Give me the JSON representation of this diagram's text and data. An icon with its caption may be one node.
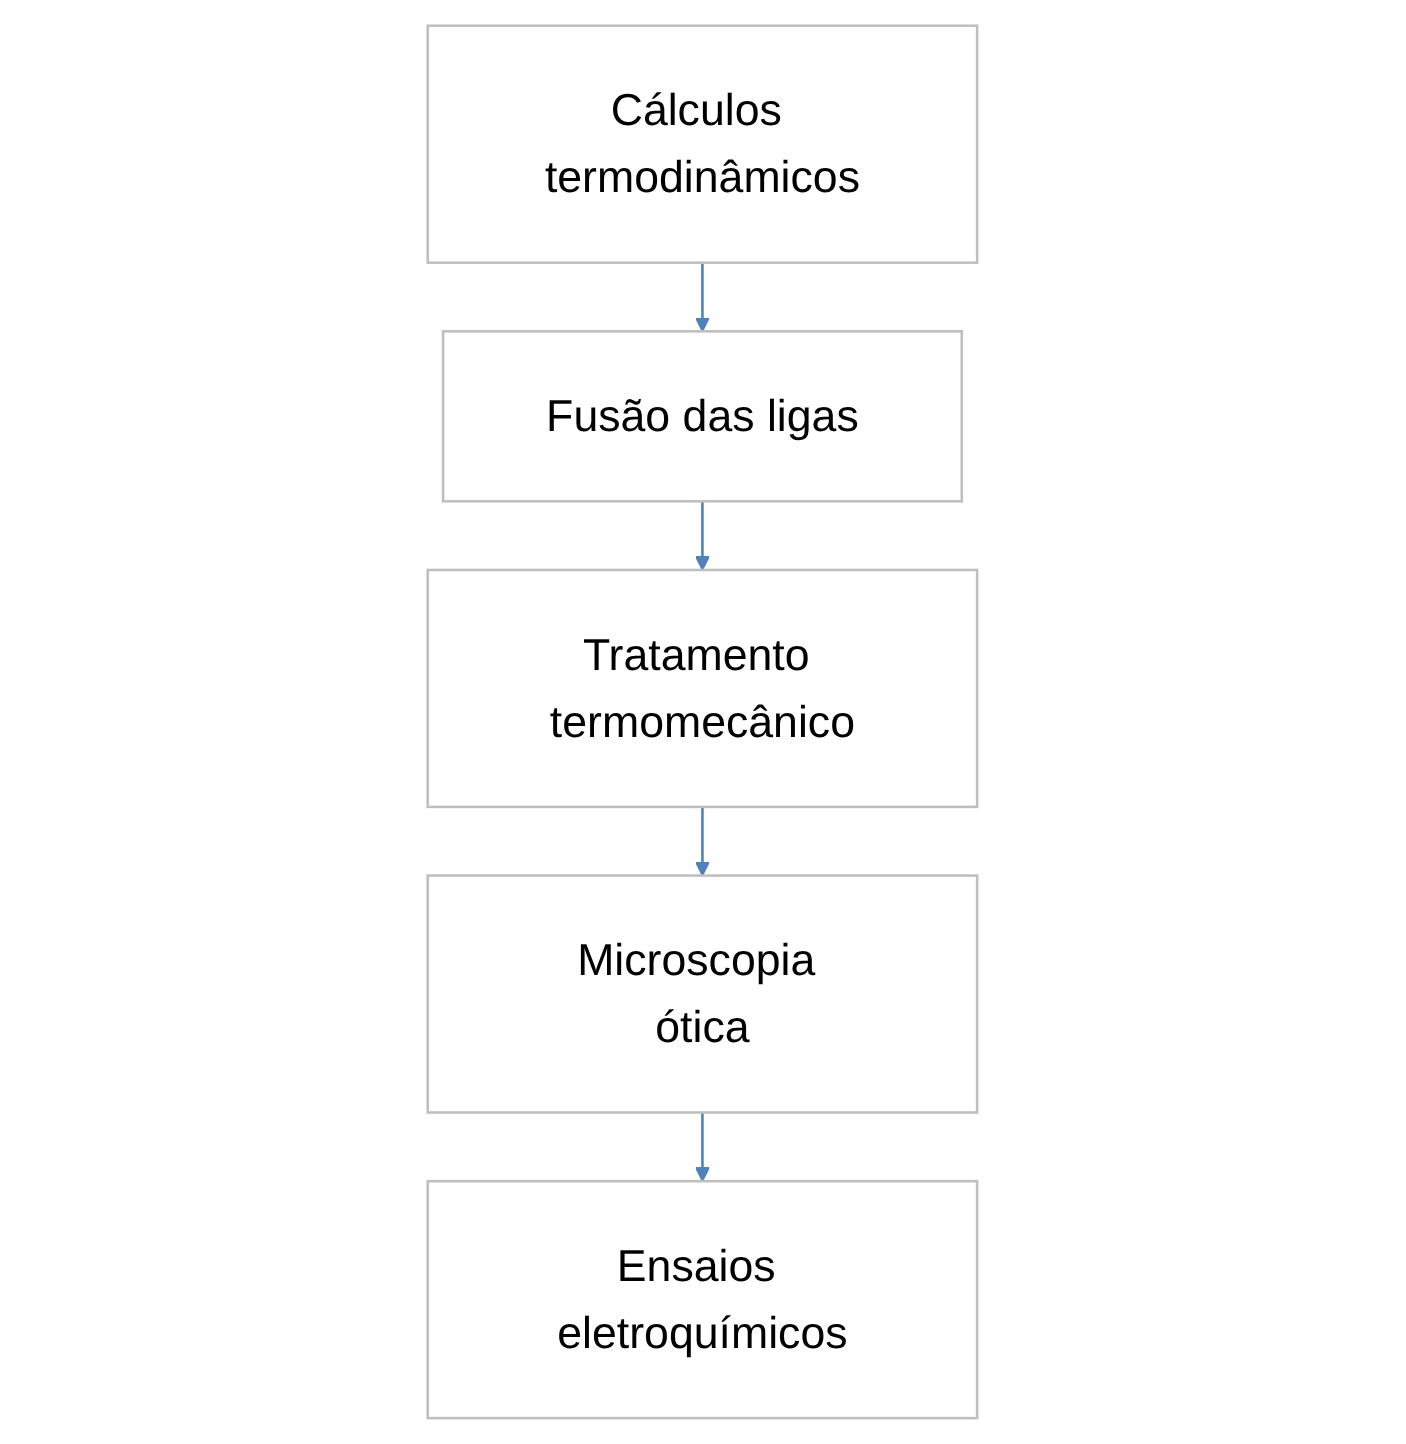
{
  "diagram": {
    "nodes": [
      {
        "text": [
          "Cálculos termodinâmicos"
        ]
      },
      {
        "text": [
          "Fusão das ligas"
        ]
      },
      {
        "text": [
          "Tratamento termomecânico"
        ]
      },
      {
        "text": [
          "Microscopia ótica"
        ]
      },
      {
        "text": [
          "Ensaios eletroquímicos"
        ]
      }
    ],
    "edges": [
      {
        "from": 0,
        "to": 1,
        "arrow": "to"
      },
      {
        "from": 1,
        "to": 2,
        "arrow": "to"
      },
      {
        "from": 2,
        "to": 3,
        "arrow": "to"
      },
      {
        "from": 3,
        "to": 4,
        "arrow": "to"
      }
    ]
  }
}
